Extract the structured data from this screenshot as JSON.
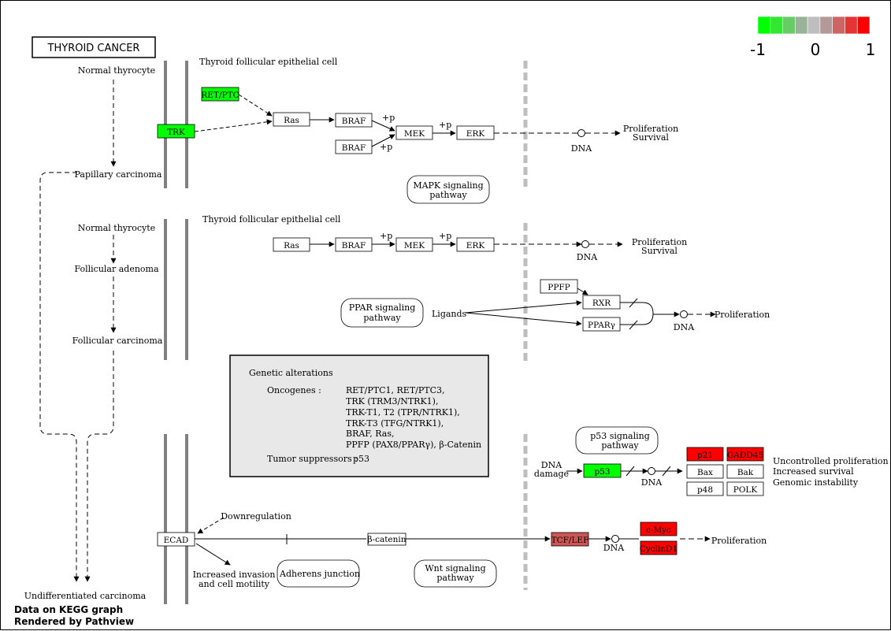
{
  "title": "THYROID  CANCER",
  "legend": {
    "min_label": "-1",
    "mid_label": "0",
    "max_label": "1",
    "colors": [
      "#00ff00",
      "#33e633",
      "#66cc66",
      "#99b399",
      "#bebebe",
      "#b39999",
      "#cc6666",
      "#e63333",
      "#ff0000"
    ]
  },
  "colors": {
    "green": "#00ff00",
    "red": "#ff0000",
    "pink": "#cc5555",
    "membrane": "#808080",
    "dashed_wall": "#bebebe",
    "panel": "#e8e8e8"
  },
  "left_column": {
    "normal_thyrocyte_1": "Normal thyrocyte",
    "papillary_carcinoma": "Papillary carcinoma",
    "normal_thyrocyte_2": "Normal thyrocyte",
    "follicular_adenoma": "Follicular adenoma",
    "follicular_carcinoma": "Follicular carcinoma",
    "undifferentiated_carcinoma": "Undifferentiated carcinoma"
  },
  "cell_labels": {
    "cell_1": "Thyroid follicular epithelial cell",
    "cell_2": "Thyroid follicular epithelial cell"
  },
  "genes": {
    "ret_ptc": "RET/PTC",
    "trk": "TRK",
    "ras_1": "Ras",
    "braf_1": "BRAF",
    "braf_2": "BRAF",
    "mek_1": "MEK",
    "erk_1": "ERK",
    "ras_2": "Ras",
    "braf_3": "BRAF",
    "mek_2": "MEK",
    "erk_2": "ERK",
    "ppfp": "PPFP",
    "rxr": "RXR",
    "ppar": "PPARγ",
    "p53": "p53",
    "p21": "p21",
    "gadd45": "GADD45",
    "bax": "Bax",
    "bak": "Bak",
    "p48": "p48",
    "polk": "POLK",
    "ecad": "ECAD",
    "beta_catenin": "β-catenin",
    "tcf_lef": "TCF/LEF",
    "c_myc": "c-Myc",
    "cyclin_d1": "CyclinD1"
  },
  "labels": {
    "p_1": "+p",
    "p_2": "+p",
    "p_3": "+p",
    "p_4": "+p",
    "p_5": "+p",
    "dna_1": "DNA",
    "dna_2": "DNA",
    "dna_3": "DNA",
    "dna_4": "DNA",
    "dna_5": "DNA",
    "prolif_survival_1a": "Proliferation",
    "prolif_survival_1b": "Survival",
    "prolif_survival_2a": "Proliferation",
    "prolif_survival_2b": "Survival",
    "proliferation_3": "Proliferation",
    "proliferation_4": "Proliferation",
    "ligands": "Ligands",
    "dna_damage_a": "DNA",
    "dna_damage_b": "damage",
    "outcome_1": "Uncontrolled proliferation",
    "outcome_2": "Increased survival",
    "outcome_3": "Genomic instability",
    "downregulation": "Downregulation",
    "invasion_a": "Increased invasion",
    "invasion_b": "and cell motility"
  },
  "pathways": {
    "mapk_a": "MAPK signaling",
    "mapk_b": "pathway",
    "ppar_a": "PPAR signaling",
    "ppar_b": "pathway",
    "p53_a": "p53 signaling",
    "p53_b": "pathway",
    "adherens": "Adherens junction",
    "wnt_a": "Wnt signaling",
    "wnt_b": "pathway"
  },
  "genetic_alterations": {
    "heading": "Genetic alterations",
    "oncogenes_label": "Oncogenes :",
    "oncogenes_lines": [
      "RET/PTC1, RET/PTC3,",
      "TRK (TRM3/NTRK1),",
      "TRK-T1, T2 (TPR/NTRK1),",
      "TRK-T3 (TFG/NTRK1),",
      "BRAF, Ras,",
      "PPFP (PAX8/PPARγ), β-Catenin"
    ],
    "suppressors_label": "Tumor suppressors :",
    "suppressors_value": "p53"
  },
  "footer": {
    "line1": "Data on KEGG graph",
    "line2": "Rendered by Pathview"
  }
}
